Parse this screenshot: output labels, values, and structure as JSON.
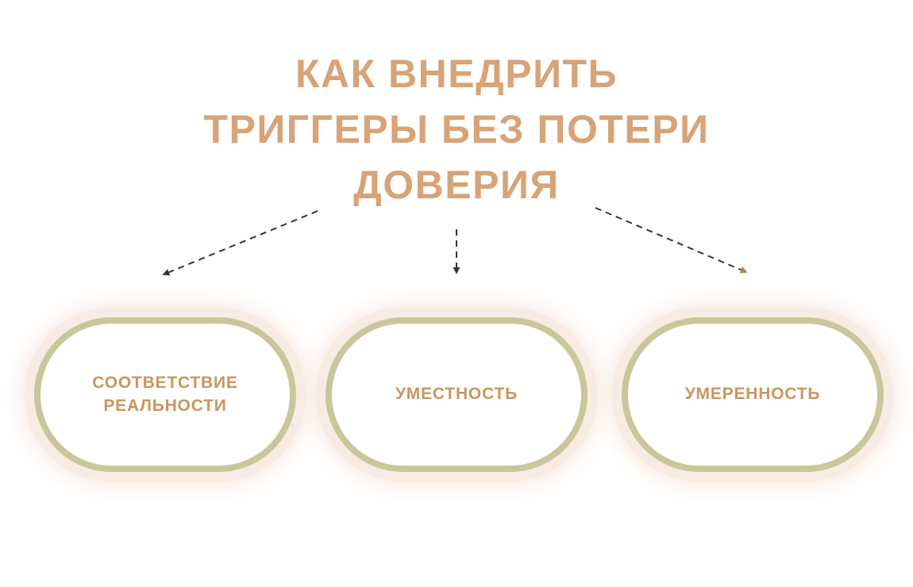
{
  "title": {
    "lines": [
      "КАК ВНЕДРИТЬ",
      "ТРИГГЕРЫ БЕЗ ПОТЕРИ",
      "ДОВЕРИЯ"
    ],
    "full_text": "КАК ВНЕДРИТЬ ТРИГГЕРЫ БЕЗ ПОТЕРИ ДОВЕРИЯ"
  },
  "nodes": [
    {
      "id": "node-1",
      "label": "СООТВЕТСТВИЕ РЕАЛЬНОСТИ"
    },
    {
      "id": "node-2",
      "label": "УМЕСТНОСТЬ"
    },
    {
      "id": "node-3",
      "label": "УМЕРЕННОСТЬ"
    }
  ],
  "connections": [
    {
      "from": "title",
      "to": "node-1"
    },
    {
      "from": "title",
      "to": "node-2"
    },
    {
      "from": "title",
      "to": "node-3"
    }
  ],
  "colors": {
    "title-color": "#d7a377",
    "pill-border": "#c9c69b",
    "pill-text": "#c9965e",
    "glow": "#f8ebe3",
    "arrow": "#3a332b",
    "arrow-accent": "#a9874f",
    "bg": "#ffffff"
  }
}
